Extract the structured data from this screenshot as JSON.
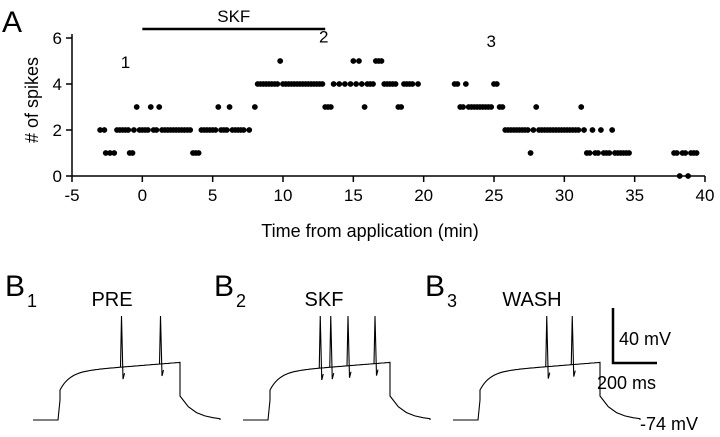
{
  "chart_data": [
    {
      "type": "scatter",
      "panel": "A",
      "xlabel": "Time from application (min)",
      "ylabel": "# of spikes",
      "xlim": [
        -5,
        40
      ],
      "ylim": [
        0,
        6
      ],
      "xticks": [
        -5,
        0,
        5,
        10,
        15,
        20,
        25,
        30,
        35,
        40
      ],
      "yticks": [
        0,
        2,
        4,
        6
      ],
      "drug_bar": {
        "label": "SKF",
        "start": 0,
        "end": 13
      },
      "annotations": [
        {
          "text": "1",
          "x": -1.2,
          "y": 4.7
        },
        {
          "text": "2",
          "x": 12.9,
          "y": 5.8
        },
        {
          "text": "3",
          "x": 24.8,
          "y": 5.6
        }
      ],
      "points": [
        [
          -3.0,
          2
        ],
        [
          -2.7,
          2
        ],
        [
          -2.6,
          1
        ],
        [
          -2.3,
          1
        ],
        [
          -2.0,
          1
        ],
        [
          -1.8,
          2
        ],
        [
          -1.6,
          2
        ],
        [
          -1.4,
          2
        ],
        [
          -1.2,
          2
        ],
        [
          -1.0,
          2
        ],
        [
          -0.9,
          1
        ],
        [
          -0.7,
          1
        ],
        [
          -0.6,
          2
        ],
        [
          -0.4,
          3
        ],
        [
          -0.2,
          2
        ],
        [
          0.0,
          2
        ],
        [
          0.2,
          2
        ],
        [
          0.4,
          2
        ],
        [
          0.6,
          3
        ],
        [
          0.8,
          2
        ],
        [
          1.0,
          2
        ],
        [
          1.2,
          3
        ],
        [
          1.4,
          2
        ],
        [
          1.6,
          2
        ],
        [
          1.8,
          2
        ],
        [
          2.0,
          2
        ],
        [
          2.2,
          2
        ],
        [
          2.4,
          2
        ],
        [
          2.6,
          2
        ],
        [
          2.8,
          2
        ],
        [
          3.0,
          2
        ],
        [
          3.2,
          2
        ],
        [
          3.4,
          2
        ],
        [
          3.6,
          1
        ],
        [
          3.8,
          1
        ],
        [
          4.0,
          1
        ],
        [
          4.2,
          2
        ],
        [
          4.4,
          2
        ],
        [
          4.6,
          2
        ],
        [
          4.8,
          2
        ],
        [
          5.0,
          2
        ],
        [
          5.2,
          2
        ],
        [
          5.4,
          3
        ],
        [
          5.6,
          2
        ],
        [
          5.8,
          2
        ],
        [
          6.0,
          2
        ],
        [
          6.2,
          3
        ],
        [
          6.4,
          2
        ],
        [
          6.6,
          2
        ],
        [
          6.8,
          2
        ],
        [
          7.0,
          2
        ],
        [
          7.2,
          2
        ],
        [
          7.6,
          2
        ],
        [
          8.0,
          3
        ],
        [
          8.2,
          4
        ],
        [
          8.4,
          4
        ],
        [
          8.6,
          4
        ],
        [
          8.8,
          4
        ],
        [
          9.0,
          4
        ],
        [
          9.2,
          4
        ],
        [
          9.4,
          4
        ],
        [
          9.6,
          4
        ],
        [
          9.8,
          5
        ],
        [
          10.0,
          4
        ],
        [
          10.2,
          4
        ],
        [
          10.4,
          4
        ],
        [
          10.6,
          4
        ],
        [
          10.8,
          4
        ],
        [
          11.0,
          4
        ],
        [
          11.2,
          4
        ],
        [
          11.4,
          4
        ],
        [
          11.6,
          4
        ],
        [
          11.8,
          4
        ],
        [
          12.0,
          4
        ],
        [
          12.2,
          4
        ],
        [
          12.4,
          4
        ],
        [
          12.6,
          4
        ],
        [
          12.8,
          4
        ],
        [
          13.0,
          3
        ],
        [
          13.2,
          3
        ],
        [
          13.4,
          3
        ],
        [
          13.6,
          4
        ],
        [
          14.0,
          4
        ],
        [
          14.4,
          4
        ],
        [
          14.8,
          4
        ],
        [
          15.0,
          5
        ],
        [
          15.2,
          4
        ],
        [
          15.4,
          5
        ],
        [
          15.6,
          4
        ],
        [
          15.8,
          3
        ],
        [
          16.0,
          4
        ],
        [
          16.2,
          4
        ],
        [
          16.4,
          4
        ],
        [
          16.6,
          5
        ],
        [
          16.8,
          5
        ],
        [
          17.0,
          5
        ],
        [
          17.2,
          4
        ],
        [
          17.4,
          4
        ],
        [
          17.6,
          4
        ],
        [
          17.8,
          4
        ],
        [
          18.0,
          4
        ],
        [
          18.2,
          3
        ],
        [
          18.4,
          3
        ],
        [
          18.6,
          4
        ],
        [
          18.8,
          4
        ],
        [
          19.0,
          4
        ],
        [
          19.2,
          4
        ],
        [
          19.6,
          4
        ],
        [
          22.2,
          4
        ],
        [
          22.4,
          4
        ],
        [
          22.6,
          3
        ],
        [
          22.8,
          3
        ],
        [
          23.0,
          4
        ],
        [
          23.2,
          3
        ],
        [
          23.4,
          3
        ],
        [
          23.6,
          3
        ],
        [
          23.8,
          3
        ],
        [
          24.0,
          3
        ],
        [
          24.2,
          3
        ],
        [
          24.4,
          3
        ],
        [
          24.6,
          3
        ],
        [
          24.8,
          3
        ],
        [
          25.0,
          4
        ],
        [
          25.2,
          4
        ],
        [
          25.4,
          3
        ],
        [
          25.6,
          3
        ],
        [
          25.8,
          2
        ],
        [
          26.0,
          2
        ],
        [
          26.2,
          2
        ],
        [
          26.4,
          2
        ],
        [
          26.6,
          2
        ],
        [
          26.8,
          2
        ],
        [
          27.0,
          2
        ],
        [
          27.2,
          2
        ],
        [
          27.4,
          2
        ],
        [
          27.6,
          1
        ],
        [
          27.8,
          2
        ],
        [
          28.0,
          3
        ],
        [
          28.2,
          2
        ],
        [
          28.4,
          2
        ],
        [
          28.6,
          2
        ],
        [
          28.8,
          2
        ],
        [
          29.0,
          2
        ],
        [
          29.2,
          2
        ],
        [
          29.4,
          2
        ],
        [
          29.6,
          2
        ],
        [
          29.8,
          2
        ],
        [
          30.0,
          2
        ],
        [
          30.2,
          2
        ],
        [
          30.4,
          2
        ],
        [
          30.6,
          2
        ],
        [
          30.8,
          2
        ],
        [
          31.0,
          2
        ],
        [
          31.2,
          3
        ],
        [
          31.4,
          2
        ],
        [
          31.6,
          1
        ],
        [
          31.8,
          1
        ],
        [
          32.0,
          2
        ],
        [
          32.2,
          1
        ],
        [
          32.4,
          1
        ],
        [
          32.6,
          2
        ],
        [
          32.8,
          1
        ],
        [
          33.0,
          1
        ],
        [
          33.2,
          1
        ],
        [
          33.4,
          2
        ],
        [
          33.6,
          1
        ],
        [
          33.8,
          1
        ],
        [
          34.0,
          1
        ],
        [
          34.2,
          1
        ],
        [
          34.4,
          1
        ],
        [
          34.6,
          1
        ],
        [
          37.8,
          1
        ],
        [
          38.0,
          1
        ],
        [
          38.2,
          0
        ],
        [
          38.4,
          1
        ],
        [
          38.6,
          1
        ],
        [
          38.8,
          0
        ],
        [
          39.0,
          1
        ],
        [
          39.2,
          1
        ],
        [
          39.4,
          1
        ]
      ]
    },
    {
      "type": "line",
      "panels": [
        {
          "id": "B",
          "subscript": "1",
          "label": "PRE",
          "spike_times_ms": [
            410,
            670
          ]
        },
        {
          "id": "B",
          "subscript": "2",
          "label": "SKF",
          "spike_times_ms": [
            335,
            405,
            520,
            700
          ]
        },
        {
          "id": "B",
          "subscript": "3",
          "label": "WASH",
          "spike_times_ms": [
            445,
            615
          ]
        }
      ],
      "step_duration_ms": 800,
      "scale_bar": {
        "voltage_label": "40 mV",
        "time_label": "200 ms"
      },
      "baseline_label": "-74 mV"
    }
  ]
}
